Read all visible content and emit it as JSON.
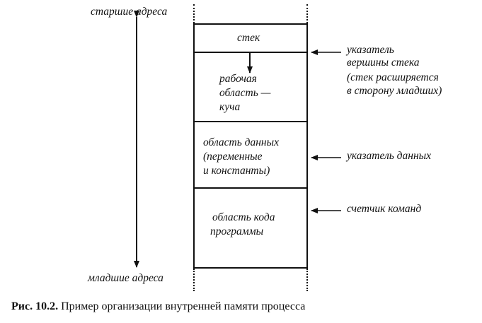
{
  "labels": {
    "high_addresses": "старшие адреса",
    "low_addresses": "младшие адреса"
  },
  "blocks": {
    "stack": "стек",
    "heap": [
      "рабочая",
      "область —",
      "куча"
    ],
    "data": [
      "область данных",
      "(переменные",
      "и константы)"
    ],
    "code": [
      "область кода",
      "программы"
    ]
  },
  "pointers": {
    "stack_pointer": [
      "указатель",
      "вершины стека",
      "(стек расширяется",
      "в сторону младших)"
    ],
    "data_pointer": "указатель данных",
    "program_counter": "счетчик команд"
  },
  "caption": {
    "number": "Рис. 10.2.",
    "text": "Пример организации внутренней памяти процесса"
  }
}
